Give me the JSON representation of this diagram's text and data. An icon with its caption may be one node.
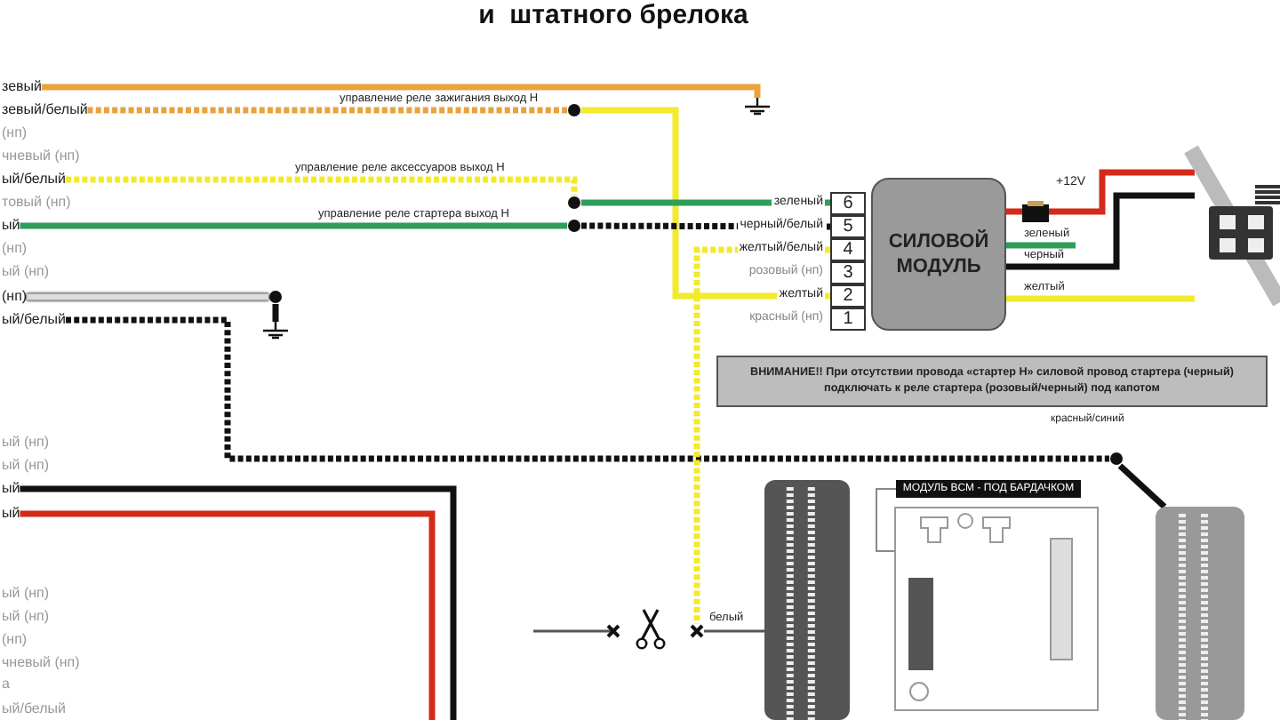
{
  "diagram": {
    "title": "и  штатного брелока",
    "nodes": [
      {
        "text": [
          "СИЛОВОЙ МОДУЛЬ"
        ]
      },
      {
        "text": [
          "6"
        ],
        "beside": [
          "зеленый"
        ]
      },
      {
        "text": [
          "5"
        ],
        "beside": [
          "черный/белый"
        ]
      },
      {
        "text": [
          "4"
        ],
        "beside": [
          "желтый/белый"
        ]
      },
      {
        "text": [
          "3"
        ],
        "beside": [
          "розовый (нп)"
        ]
      },
      {
        "text": [
          "2"
        ],
        "beside": [
          "желтый"
        ]
      },
      {
        "text": [
          "1"
        ],
        "beside": [
          "красный (нп)"
        ]
      },
      {
        "text": [
          "зевый"
        ]
      },
      {
        "text": [
          "зевый/белый"
        ]
      },
      {
        "text": [
          "ый/белый"
        ]
      },
      {
        "text": [
          "ый"
        ]
      },
      {
        "text": [
          "(нп)"
        ]
      },
      {
        "text": [
          "ый/белый"
        ]
      },
      {
        "text": [
          "ый"
        ]
      },
      {
        "text": [
          "ый"
        ]
      },
      {
        "text": [],
        "shape": "box",
        "beside": [
          "+12V"
        ]
      },
      {
        "text": [],
        "shape": "picture"
      },
      {
        "text": [],
        "shape": "picture"
      },
      {
        "text": [],
        "shape": "picture"
      },
      {
        "text": [],
        "shape": "picture"
      },
      {
        "text": [
          "МОДУЛЬ BCM - ПОД БАРДАЧКОМ"
        ]
      },
      {
        "text": [
          "ВНИМАНИЕ!! При отсутствии провода «стартер Н» силовой провод стартера (черный) подключать к реле стартера (розовый/черный) под капотом"
        ]
      },
      {
        "text": [],
        "shape": "ground"
      },
      {
        "text": [],
        "shape": "ground"
      },
      {
        "text": [],
        "shape": "dot"
      },
      {
        "text": [],
        "shape": "dot"
      },
      {
        "text": [],
        "shape": "dot"
      },
      {
        "text": [],
        "shape": "dot"
      },
      {
        "text": [],
        "shape": "dot"
      },
      {
        "text": [],
        "shape": "cross"
      }
    ],
    "edges": [
      {
        "from": 7,
        "to": 22,
        "arrow": "none",
        "color": "#e8a33c"
      },
      {
        "from": 8,
        "to": 24,
        "arrow": "none",
        "label": "управление реле зажигания выход Н",
        "style": "dashed",
        "color": "#e8a33c"
      },
      {
        "from": 24,
        "to": 5,
        "arrow": "none",
        "color": "#f2ea2a"
      },
      {
        "from": 9,
        "to": 25,
        "arrow": "none",
        "label": "управление реле аксессуаров выход Н",
        "style": "dashed",
        "color": "#f2ea2a"
      },
      {
        "from": 25,
        "to": 1,
        "arrow": "none",
        "color": "#2e9e5a"
      },
      {
        "from": 10,
        "to": 26,
        "arrow": "none",
        "label": "управление реле стартера выход Н",
        "color": "#2e9e5a"
      },
      {
        "from": 26,
        "to": 2,
        "arrow": "none",
        "style": "dashed"
      },
      {
        "from": 11,
        "to": 27,
        "arrow": "none",
        "color": "#dddddd"
      },
      {
        "from": 27,
        "to": 23,
        "arrow": "none"
      },
      {
        "from": 12,
        "to": 28,
        "arrow": "none",
        "style": "dashed"
      },
      {
        "from": 28,
        "to": 19,
        "arrow": "none"
      },
      {
        "from": 13,
        "to": null,
        "arrow": "none"
      },
      {
        "from": 14,
        "to": null,
        "arrow": "none",
        "color": "#d42a1a"
      },
      {
        "from": 3,
        "to": 29,
        "arrow": "none",
        "style": "dashed",
        "color": "#f2ea2a"
      },
      {
        "from": 29,
        "to": 18,
        "arrow": "none",
        "label": "белый",
        "color": "#555555"
      },
      {
        "from": 0,
        "to": 15,
        "arrow": "none",
        "color": "#d42a1a"
      },
      {
        "from": 15,
        "to": 16,
        "arrow": "none",
        "color": "#d42a1a"
      },
      {
        "from": 0,
        "to": null,
        "arrow": "none",
        "label": "зеленый",
        "color": "#2e9e5a"
      },
      {
        "from": 0,
        "to": 16,
        "arrow": "none",
        "label": "черный"
      },
      {
        "from": 0,
        "to": 16,
        "arrow": "none",
        "label": "желтый",
        "color": "#f2ea2a"
      },
      {
        "from": 20,
        "to": 17,
        "arrow": "none",
        "color": "#888888"
      }
    ],
    "labels": [
      "(нп)",
      "чневый (нп)",
      "товый (нп)",
      "(нп)",
      "ый (нп)",
      "ый (нп)",
      "ый (нп)",
      "ый (нп)",
      "ый (нп)",
      "(нп)",
      "чневый (нп)",
      "а",
      "ый/белый",
      "красный/синий"
    ]
  }
}
